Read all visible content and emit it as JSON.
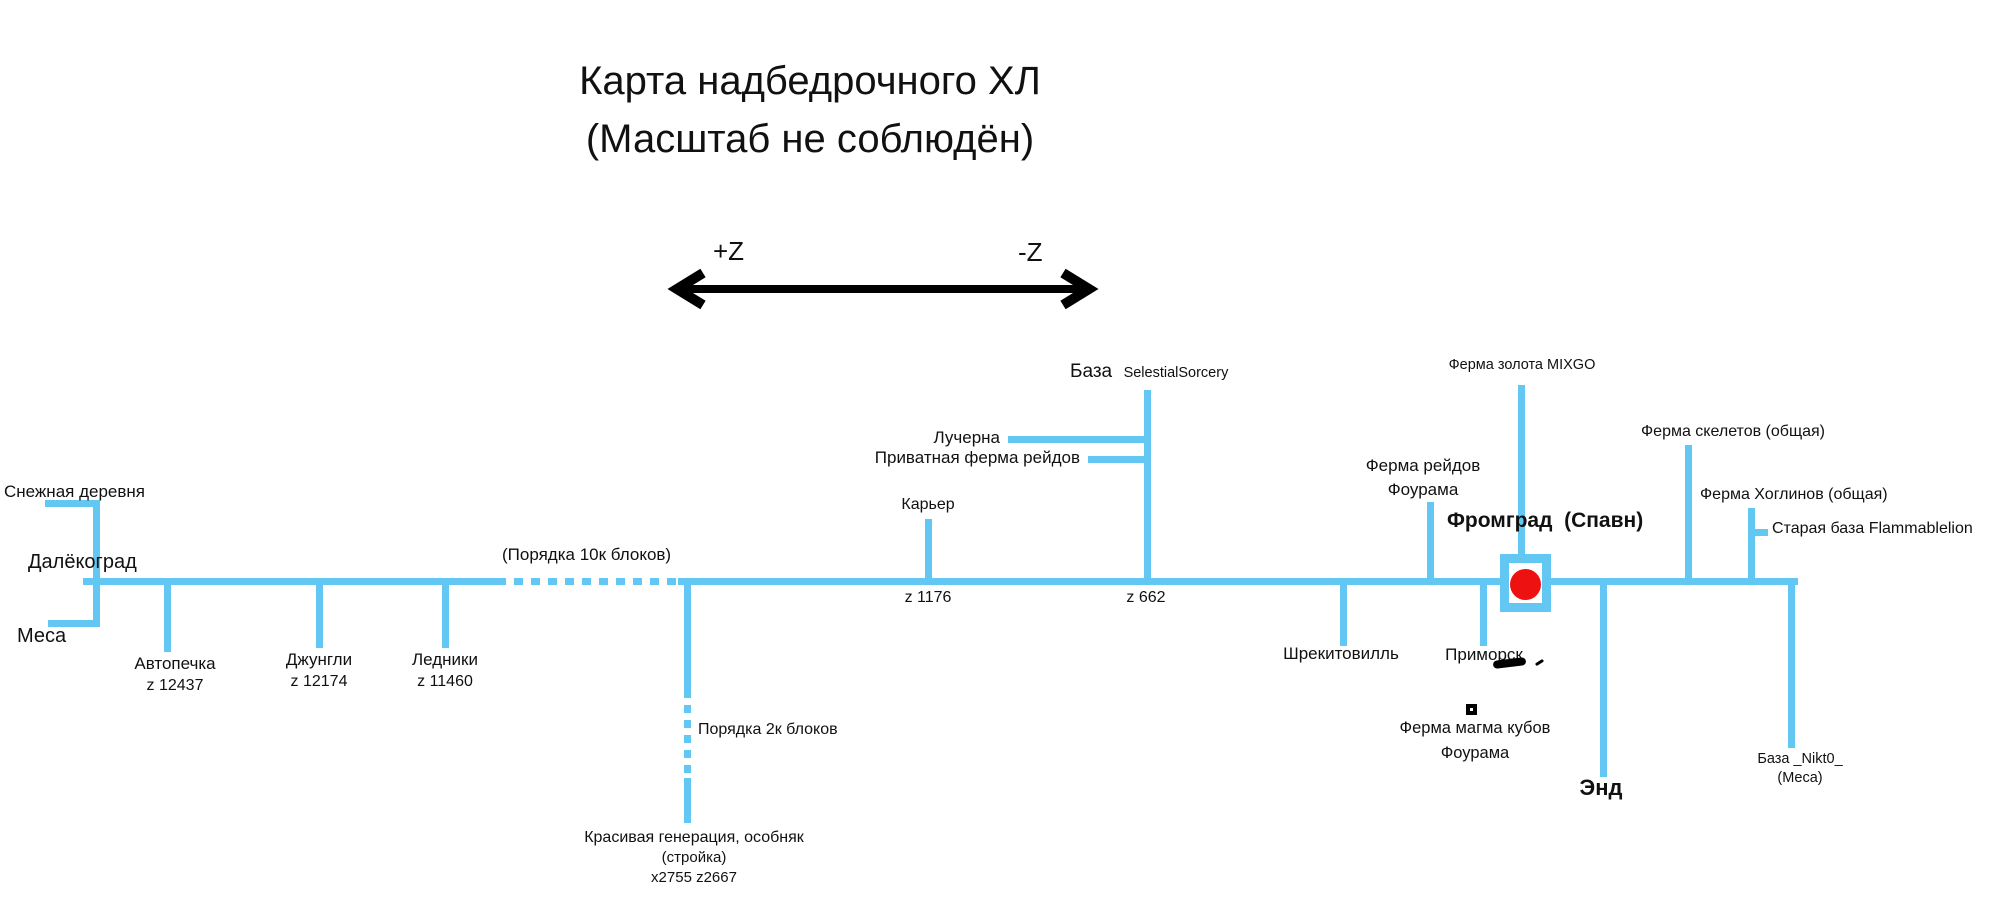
{
  "title": {
    "line1": "Карта надбедрочного ХЛ",
    "line2": "(Масштаб не соблюдён)"
  },
  "axis_arrow": {
    "left_label": "+Z",
    "right_label": "-Z"
  },
  "colors": {
    "line_blue": "#63C7F3",
    "marker_red": "#EE1111",
    "text": "#111111"
  },
  "distance_notes": {
    "gap_10k": "(Порядка 10к блоков)",
    "gap_2k": "Порядка 2к блоков"
  },
  "locations": {
    "snow_village": {
      "label": "Снежная деревня"
    },
    "dalekograd": {
      "label": "Далёкоград"
    },
    "mesa": {
      "label": "Меса"
    },
    "avtopechka": {
      "label": "Автопечка",
      "coord": "z 12437"
    },
    "jungle": {
      "label": "Джунгли",
      "coord": "z 12174"
    },
    "glaciers": {
      "label": "Ледники",
      "coord": "z 11460"
    },
    "mansion": {
      "label": "Красивая генерация, особняк",
      "note": "(стройка)",
      "coord": "x2755 z2667"
    },
    "quarry": {
      "label": "Карьер",
      "coord": "z 1176"
    },
    "selestial_base": {
      "label": "База",
      "owner": "SelestialSorcery",
      "coord": "z 662"
    },
    "lucherna": {
      "label": "Лучерна"
    },
    "private_raid_farm": {
      "label": "Приватная ферма рейдов"
    },
    "raid_farm_fourama": {
      "label": "Ферма рейдов",
      "owner": "Фоурама"
    },
    "shrekitoville": {
      "label": "Шрекитовилль"
    },
    "fromgrad_spawn": {
      "label": "Фромград  (Спавн)"
    },
    "gold_farm_mixgo": {
      "label": "Ферма золота MIXGO"
    },
    "primorsk": {
      "label": "Приморск"
    },
    "magma_cube_farm": {
      "label": "Ферма магма кубов",
      "owner": "Фоурама"
    },
    "the_end": {
      "label": "Энд"
    },
    "skeleton_farm": {
      "label": "Ферма скелетов (общая)"
    },
    "hoglin_farm": {
      "label": "Ферма Хоглинов (общая)"
    },
    "old_base_flammablelion": {
      "label": "Старая база Flammablelion"
    },
    "nikt0_base": {
      "label": "База _Nikt0_",
      "note": "(Меса)"
    }
  }
}
